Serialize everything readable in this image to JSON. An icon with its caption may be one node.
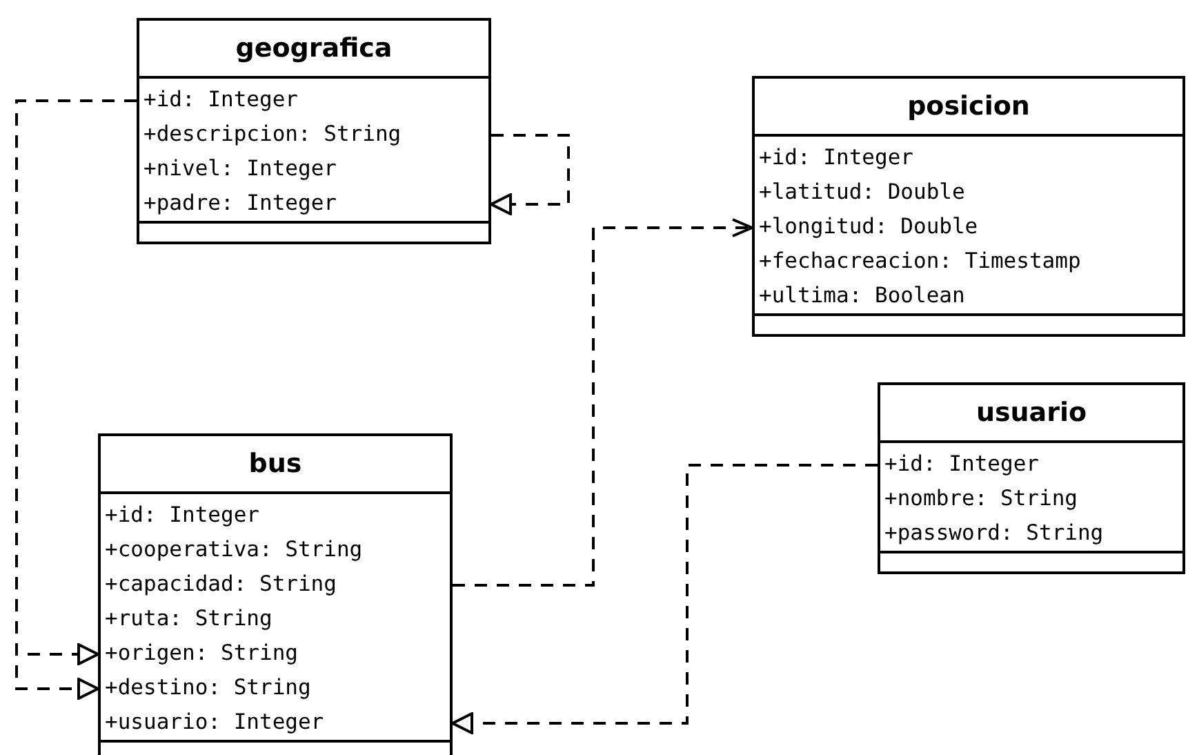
{
  "diagram": {
    "nodes": [
      {
        "text": [
          "geografica",
          "+id: Integer",
          "+descripcion: String",
          "+nivel: Integer",
          "+padre: Integer"
        ]
      },
      {
        "text": [
          "posicion",
          "+id: Integer",
          "+latitud: Double",
          "+longitud: Double",
          "+fechacreacion: Timestamp",
          "+ultima: Boolean"
        ]
      },
      {
        "text": [
          "usuario",
          "+id: Integer",
          "+nombre: String",
          "+password: String"
        ]
      },
      {
        "text": [
          "bus",
          "+id: Integer",
          "+cooperativa: String",
          "+capacidad: String",
          "+ruta: String",
          "+origen: String",
          "+destino: String",
          "+usuario: Integer"
        ]
      }
    ],
    "edges": [
      {
        "from": 0,
        "to": 0,
        "arrow": "to",
        "style": "dashed"
      },
      {
        "from": 0,
        "to": 3,
        "arrow": "to",
        "style": "dashed"
      },
      {
        "from": 0,
        "to": 3,
        "arrow": "to",
        "style": "dashed"
      },
      {
        "from": 3,
        "to": 1,
        "arrow": "to",
        "style": "dashed"
      },
      {
        "from": 2,
        "to": 3,
        "arrow": "to",
        "style": "dashed"
      }
    ]
  }
}
